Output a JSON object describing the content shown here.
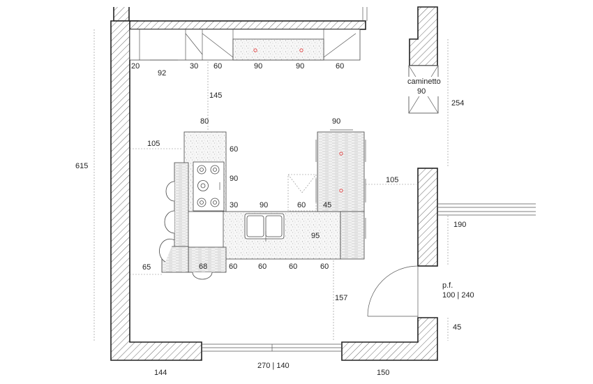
{
  "labels": {
    "top_20": "20",
    "top_92": "92",
    "top_30": "30",
    "top_60a": "60",
    "top_90a": "90",
    "top_90b": "90",
    "top_60b": "60",
    "clear_145": "145",
    "island_80": "80",
    "left_105": "105",
    "hob_60": "60",
    "hob_90": "90",
    "hob_30": "30",
    "sink_90": "90",
    "mid_60": "60",
    "mid_45": "45",
    "depth_95": "95",
    "tall_90": "90",
    "right_105": "105",
    "bot_65": "65",
    "bot_68": "68",
    "bot_60a": "60",
    "bot_60b": "60",
    "bot_60c": "60",
    "bot_60d": "60",
    "clear_157": "157",
    "height_615": "615",
    "caminetto": "caminetto",
    "caminetto_90": "90",
    "right_254": "254",
    "right_190": "190",
    "pf": "p.f.",
    "pf_size": "100 | 240",
    "right_45": "45",
    "bottom_144": "144",
    "bottom_window": "270 | 140",
    "bottom_150": "150"
  }
}
